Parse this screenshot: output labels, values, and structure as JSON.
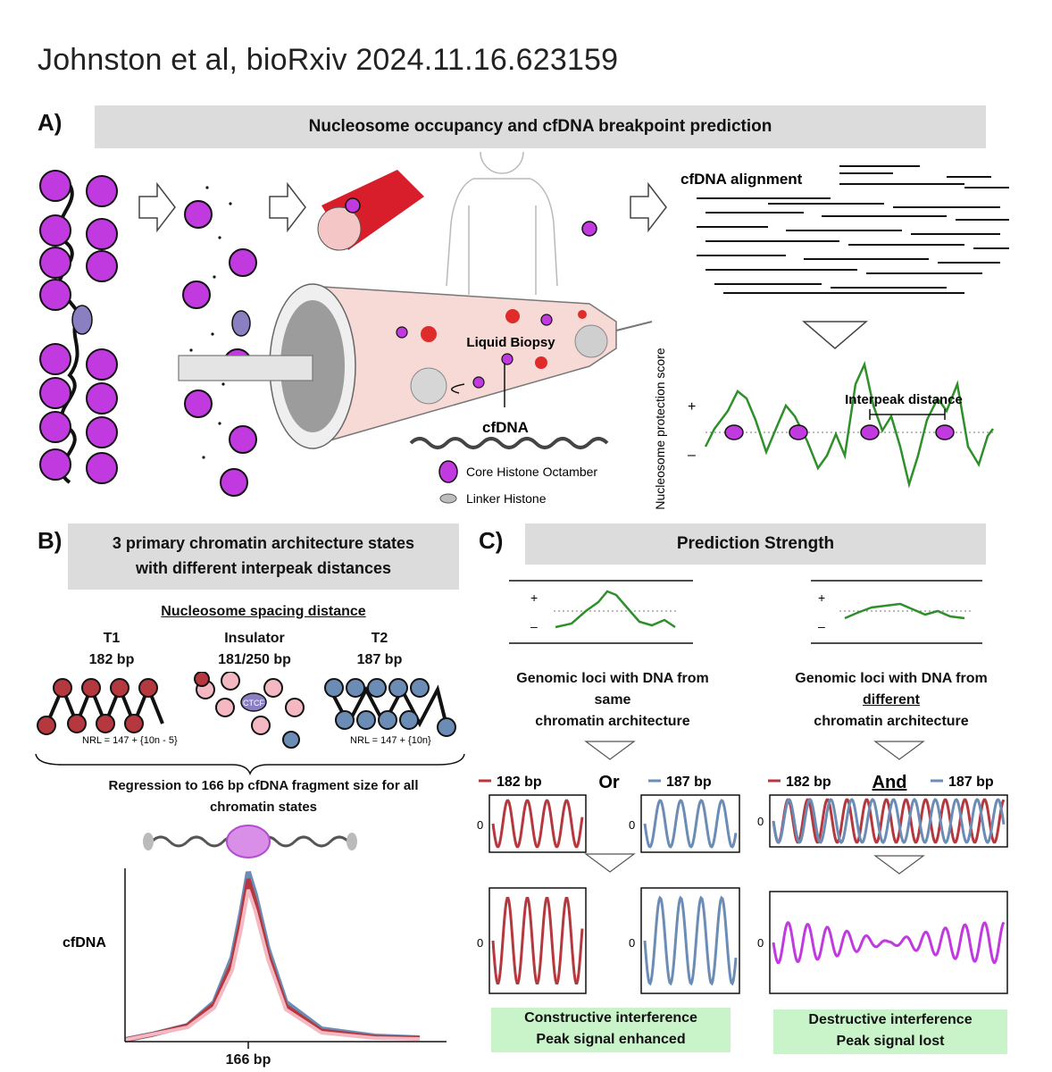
{
  "citation": "Johnston et al, bioRxiv 2024.11.16.623159",
  "panel_a": {
    "letter": "A)",
    "title": "Nucleosome occupancy and cfDNA breakpoint prediction",
    "liquid_biopsy": "Liquid Biopsy",
    "cfdna": "cfDNA",
    "legend_core": "Core Histone Octamber",
    "legend_linker": "Linker Histone",
    "alignment_label": "cfDNA alignment",
    "score_axis": "Nucleosome protection score",
    "plus": "+",
    "minus": "–",
    "interpeak": "Interpeak distance"
  },
  "panel_b": {
    "letter": "B)",
    "title_line1": "3 primary chromatin architecture states",
    "title_line2": "with different interpeak distances",
    "spacing_header": "Nucleosome spacing distance",
    "states": [
      {
        "name": "T1",
        "size": "182 bp"
      },
      {
        "name": "Insulator",
        "size": "181/250 bp"
      },
      {
        "name": "T2",
        "size": "187 bp"
      }
    ],
    "ctcf": "CTCF",
    "nrl_left": "NRL = 147 + {10n - 5}",
    "nrl_right": "NRL = 147 + {10n}",
    "regression_line1": "Regression to 166 bp cfDNA fragment size for all",
    "regression_line2": "chromatin states",
    "y_label": "cfDNA",
    "x_label": "166 bp"
  },
  "panel_c": {
    "letter": "C)",
    "title": "Prediction Strength",
    "plus": "+",
    "minus": "–",
    "left_desc": [
      "Genomic loci with DNA from",
      "same",
      "chromatin architecture"
    ],
    "right_desc_line1": "Genomic loci with DNA from",
    "right_desc_underlined": "different",
    "right_desc_line3": "chromatin architecture",
    "legend_182": "182 bp",
    "legend_187": "187 bp",
    "or": "Or",
    "and": "And",
    "zero": "0",
    "constructive_line1": "Constructive interference",
    "constructive_line2": "Peak signal enhanced",
    "destructive_line1": "Destructive interference",
    "destructive_line2": "Peak signal lost"
  },
  "colors": {
    "red": "#b5383f",
    "blue": "#6b8db5",
    "pink": "#f3b8c2",
    "purple": "#c03adf",
    "green": "#2f8f2a",
    "banner": "#dcdcdc",
    "green_box": "#c9f3c9"
  }
}
